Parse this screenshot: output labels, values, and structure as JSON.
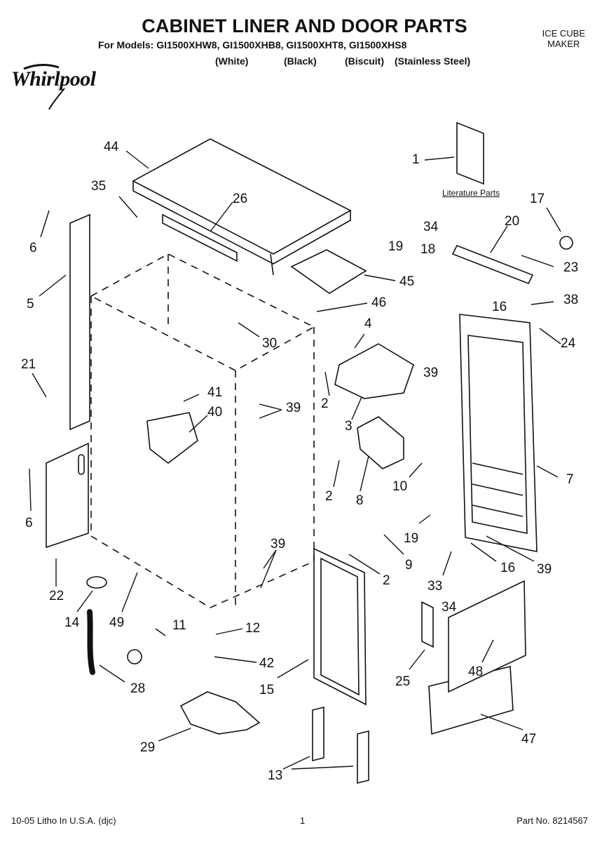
{
  "header": {
    "title": "CABINET LINER AND DOOR PARTS",
    "models_line": "For Models: GI1500XHW8, GI1500XHB8, GI1500XHT8, GI1500XHS8",
    "variants": [
      "(White)",
      "(Black)",
      "(Biscuit)",
      "(Stainless Steel)"
    ],
    "section_line1": "ICE CUBE",
    "section_line2": "MAKER",
    "brand": "Whirlpool"
  },
  "literature_label": "Literature Parts",
  "callouts": [
    "44",
    "35",
    "26",
    "1",
    "17",
    "20",
    "34",
    "19",
    "18",
    "23",
    "45",
    "16",
    "38",
    "46",
    "30",
    "4",
    "24",
    "39",
    "6",
    "5",
    "21",
    "41",
    "40",
    "39",
    "2",
    "3",
    "7",
    "10",
    "2",
    "8",
    "6",
    "22",
    "39",
    "19",
    "2",
    "9",
    "16",
    "39",
    "33",
    "34",
    "14",
    "49",
    "11",
    "12",
    "42",
    "25",
    "48",
    "28",
    "15",
    "47",
    "29",
    "13"
  ],
  "footer": {
    "left": "10-05 Litho In U.S.A. (djc)",
    "page": "1",
    "part_no": "Part No. 8214567"
  }
}
